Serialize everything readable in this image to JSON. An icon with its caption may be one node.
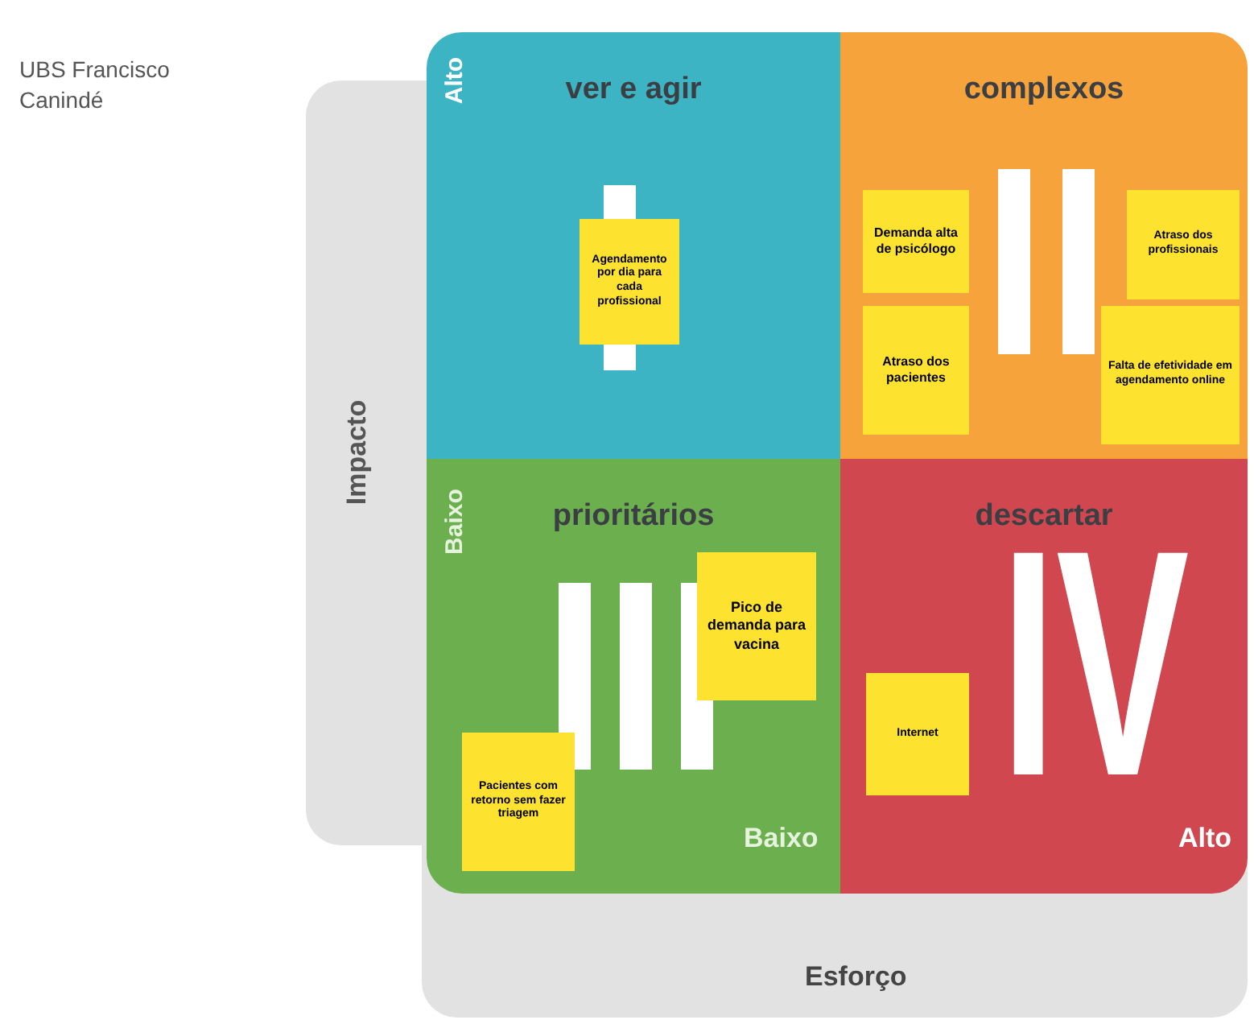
{
  "diagram": {
    "title": "UBS Francisco Canindé",
    "nodes": [
      {
        "text": [
          "ver e agir"
        ]
      },
      {
        "text": [
          "complexos"
        ]
      },
      {
        "text": [
          "prioritários"
        ]
      },
      {
        "text": [
          "descartar"
        ]
      },
      {
        "text": [
          "Agendamento por dia para cada profissional"
        ],
        "in": 0
      },
      {
        "text": [
          "Demanda alta de psicólogo"
        ],
        "in": 1
      },
      {
        "text": [
          "Atraso dos profissionais"
        ],
        "in": 1
      },
      {
        "text": [
          "Atraso dos pacientes"
        ],
        "in": 1
      },
      {
        "text": [
          "Falta de efetividade em agendamento online"
        ],
        "in": 1
      },
      {
        "text": [
          "Pico de demanda para vacina"
        ],
        "in": 2
      },
      {
        "text": [
          "Pacientes com retorno sem fazer triagem"
        ],
        "in": 2
      },
      {
        "text": [
          "Internet"
        ],
        "in": 3
      }
    ],
    "labels": [
      "Alto",
      "Impacto",
      "Baixo",
      "IV",
      "Baixo",
      "Alto",
      "Esforço"
    ]
  }
}
